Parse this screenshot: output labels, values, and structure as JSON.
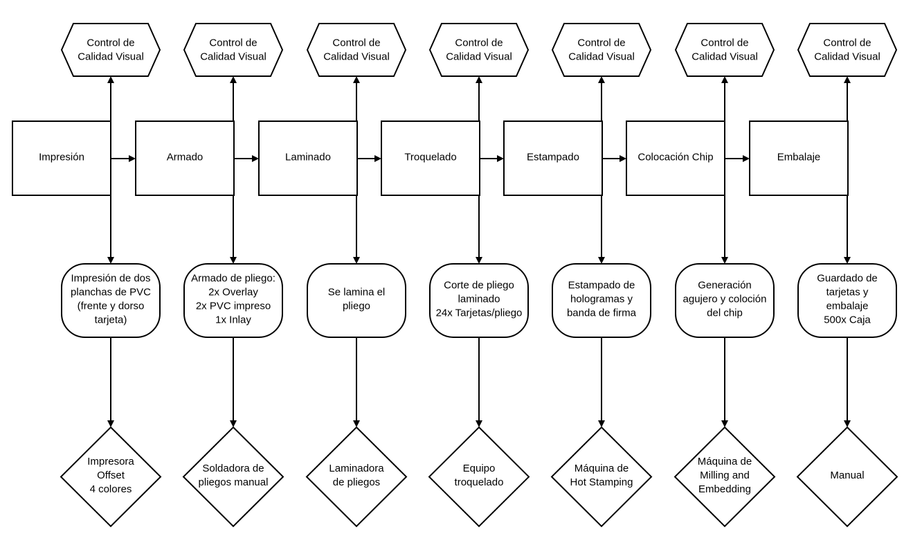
{
  "colors": {
    "stroke": "#000000",
    "fill": "#ffffff",
    "text": "#000000"
  },
  "stages": [
    {
      "process": "Impresión",
      "control": [
        "Control  de",
        "Calidad Visual"
      ],
      "description": [
        "Impresión de dos",
        "planchas de PVC",
        "(frente y dorso",
        "tarjeta)"
      ],
      "equipment": [
        "Impresora",
        "Offset",
        "4 colores"
      ]
    },
    {
      "process": "Armado",
      "control": [
        "Control  de",
        "Calidad Visual"
      ],
      "description": [
        "Armado de pliego:",
        "2x Overlay",
        "2x PVC impreso",
        "1x Inlay"
      ],
      "equipment": [
        "Soldadora de",
        "pliegos manual"
      ]
    },
    {
      "process": "Laminado",
      "control": [
        "Control  de",
        "Calidad Visual"
      ],
      "description": [
        "Se lamina el",
        "pliego"
      ],
      "equipment": [
        "Laminadora",
        "de pliegos"
      ]
    },
    {
      "process": "Troquelado",
      "control": [
        "Control  de",
        "Calidad Visual"
      ],
      "description": [
        "Corte de pliego",
        "laminado",
        "24x Tarjetas/pliego"
      ],
      "equipment": [
        "Equipo",
        "troquelado"
      ]
    },
    {
      "process": "Estampado",
      "control": [
        "Control  de",
        "Calidad Visual"
      ],
      "description": [
        "Estampado de",
        "hologramas y",
        "banda de firma"
      ],
      "equipment": [
        "Máquina de",
        "Hot Stamping"
      ]
    },
    {
      "process": "Colocación Chip",
      "control": [
        "Control  de",
        "Calidad Visual"
      ],
      "description": [
        "Generación",
        "agujero y coloción",
        "del chip"
      ],
      "equipment": [
        "Máquina de",
        "Milling and",
        "Embedding"
      ]
    },
    {
      "process": "Embalaje",
      "control": [
        "Control  de",
        "Calidad Visual"
      ],
      "description": [
        "Guardado de",
        "tarjetas y",
        "embalaje",
        "500x Caja"
      ],
      "equipment": [
        "Manual"
      ]
    }
  ]
}
